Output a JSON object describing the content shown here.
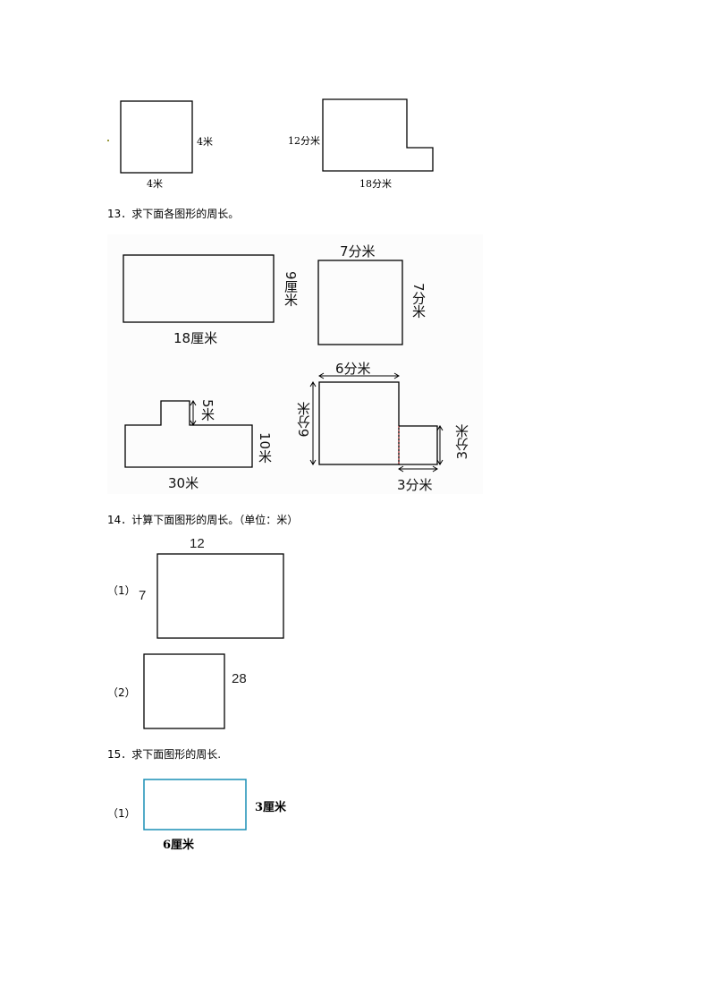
{
  "top_figures": {
    "square_right_label": "4米",
    "square_bottom_label": "4米",
    "lshape_left_label": "12分米",
    "lshape_bottom_label": "18分米"
  },
  "q13": {
    "title": "13．求下面各图形的周长。",
    "rect_height_label": "9厘米",
    "rect_width_label": "18厘米",
    "square_top_label": "7分米",
    "square_right_label": "7分米",
    "tshape_notch_label": "5米",
    "tshape_height_label": "10米",
    "tshape_bottom_label": "30米",
    "combo_top_label": "6分米",
    "combo_left_label": "6分米",
    "combo_small_right_label": "3分米",
    "combo_small_bottom_label": "3分米"
  },
  "q14": {
    "title": "14．计算下面图形的周长。（单位：米）",
    "item1_marker": "（1）",
    "item1_width": "12",
    "item1_height": "7",
    "item2_marker": "（2）",
    "item2_side": "28"
  },
  "q15": {
    "title": "15．求下面图形的周长.",
    "item1_marker": "（1）",
    "rect_right_label": "3厘米",
    "rect_bottom_label": "6厘米",
    "rect_border_color": "#1a8fb5"
  }
}
